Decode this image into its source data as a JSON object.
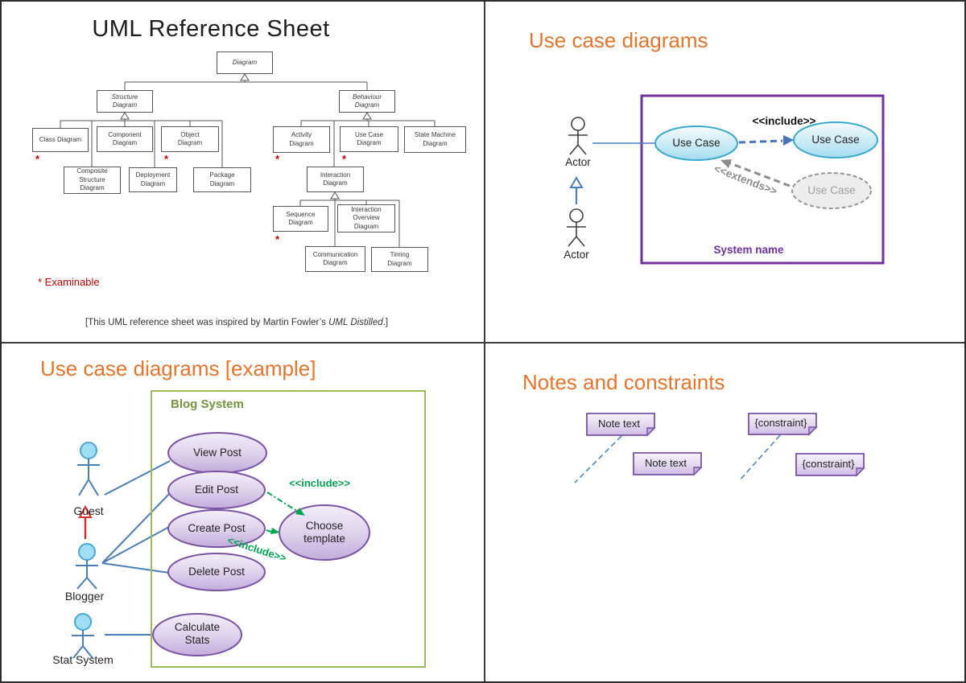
{
  "q1": {
    "title": "UML Reference Sheet",
    "tree": {
      "root": "Diagram",
      "structure": "Structure\nDiagram",
      "behaviour": "Behaviour\nDiagram",
      "class": "Class Diagram",
      "component": "Component\nDiagram",
      "object": "Object\nDiagram",
      "composite": "Composite\nStructure\nDiagram",
      "deployment": "Deployment\nDiagram",
      "package": "Package\nDiagram",
      "activity": "Activity\nDiagram",
      "usecase": "Use Case\nDiagram",
      "statemachine": "State Machine\nDiagram",
      "interaction": "Interaction\nDiagram",
      "sequence": "Sequence\nDiagram",
      "interaction_overview": "Interaction\nOverview\nDiagram",
      "communication": "Communication\nDiagram",
      "timing": "Timing\nDiagram"
    },
    "examinable_marker": "*",
    "legend": "* Examinable",
    "footer_prefix": "[This UML reference sheet was inspired by Martin Fowler’s ",
    "footer_italic": "UML Distilled",
    "footer_suffix": ".]"
  },
  "q2": {
    "heading": "Use case diagrams",
    "actor_top": "Actor",
    "actor_bottom": "Actor",
    "usecase_left": "Use Case",
    "usecase_right": "Use Case",
    "usecase_extend": "Use Case",
    "include_label": "<<include>>",
    "extends_label": "<<extends>>",
    "system_label": "System name"
  },
  "q3": {
    "heading": "Use case diagrams [example]",
    "system_label": "Blog System",
    "actor_guest": "Guest",
    "actor_blogger": "Blogger",
    "actor_stat": "Stat System",
    "uc_view": "View Post",
    "uc_edit": "Edit Post",
    "uc_create": "Create Post",
    "uc_delete": "Delete Post",
    "uc_calc": "Calculate\nStats",
    "uc_choose": "Choose\ntemplate",
    "include1": "<<include>>",
    "include2": "<<include>>"
  },
  "q4": {
    "heading": "Notes and constraints",
    "note1": "Note text",
    "note2": "Note text",
    "constraint1": "{constraint}",
    "constraint2": "{constraint}"
  },
  "colors": {
    "heading_orange": "#E8742A",
    "system_purple": "#7030A0",
    "blog_green_border": "#9BBB59",
    "blog_green_text": "#77933C",
    "include_green": "#00A650",
    "examinable_red": "#C00000",
    "association_blue": "#4a7ebb",
    "usecase_blue_border": "#3AAACF",
    "usecase_purple_border": "#7A52A3"
  }
}
